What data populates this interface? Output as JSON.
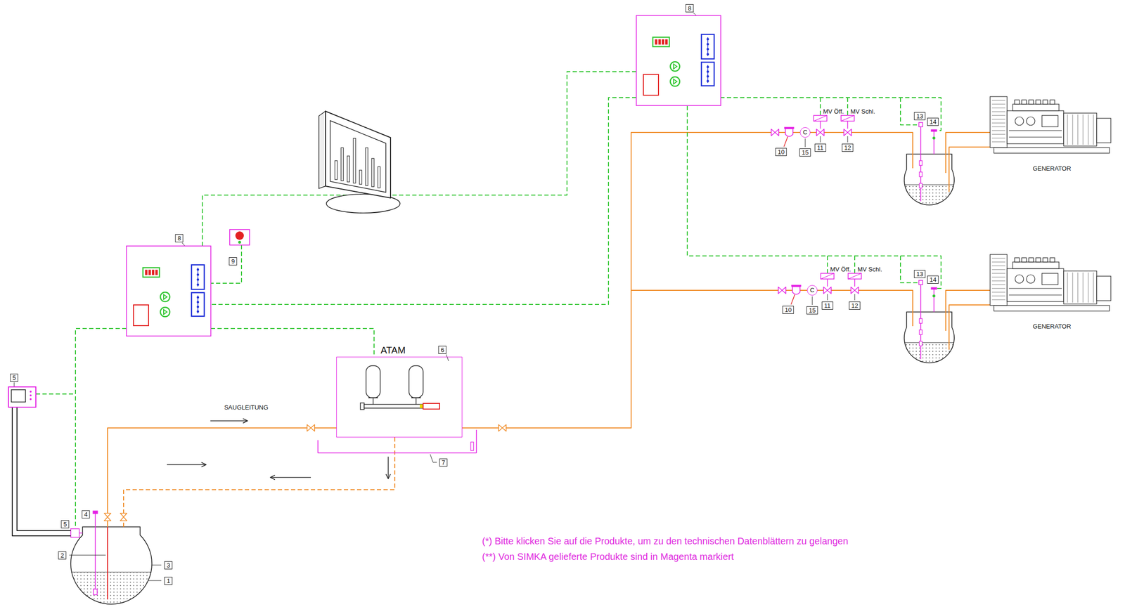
{
  "diagram": {
    "nodes": [
      {
        "text": [
          "C"
        ]
      },
      {
        "text": [
          "GENERATOR"
        ]
      },
      {
        "text": [
          "C"
        ]
      },
      {
        "text": [
          "GENERATOR"
        ]
      },
      {
        "text": [
          "ATAM"
        ]
      }
    ],
    "edges": [
      {
        "from": 4,
        "to": 0,
        "arrow": "none"
      },
      {
        "from": 4,
        "to": 2,
        "arrow": "none"
      }
    ],
    "labels": [
      "8",
      "MV Öff.",
      "MV Schl.",
      "13",
      "14",
      "10",
      "15",
      "11",
      "12",
      "8",
      "9",
      "MV Öff.",
      "MV Schl.",
      "13",
      "14",
      "10",
      "15",
      "11",
      "12",
      "6",
      "5",
      "SAUGLEITUNG",
      "7",
      "4",
      "5",
      "2",
      "3",
      "1",
      "(*) Bitte klicken Sie auf die Produkte, um zu den technischen Datenblättern zu gelangen",
      "(**) Von SIMKA gelieferte Produkte sind in Magenta markiert"
    ]
  }
}
